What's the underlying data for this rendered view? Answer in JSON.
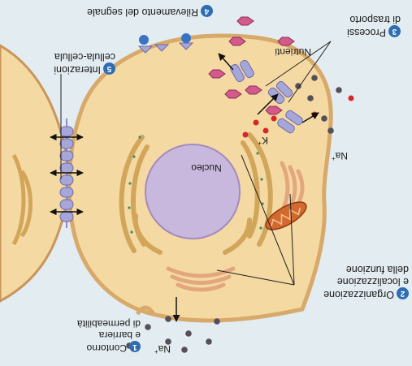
{
  "callouts": [
    {
      "num": "1",
      "lines": [
        "Contorno",
        "e barriera",
        "di permeabilità"
      ]
    },
    {
      "num": "2",
      "lines": [
        "Organizzazione",
        "e localizzazione",
        "della funzione"
      ]
    },
    {
      "num": "3",
      "lines": [
        "Processi",
        "di trasporto"
      ]
    },
    {
      "num": "4",
      "lines": [
        "Rilevamento del segnale"
      ]
    },
    {
      "num": "5",
      "lines": [
        "Interazioni",
        "cellula-cellula"
      ]
    }
  ],
  "labels": {
    "nucleus": "Nucleo",
    "nutrients": "Nutrienti",
    "na_right": "Na",
    "na_right_sup": "+",
    "na_left": "Na",
    "na_left_sup": "+",
    "k": "K",
    "k_sup": "+"
  },
  "colors": {
    "background": "#e3ecf0",
    "cytoplasm": "#f5d9a3",
    "membrane": "#d7a96b",
    "nucleus": "#c9b8de",
    "golgi": "#e3a77d",
    "badge": "#2f6db3",
    "nutrient": "#d45a8c",
    "receptor": "#a6a7d8",
    "signal": "#3a73c4",
    "k_ion": "#d8262a",
    "na_ion": "#555058",
    "mitochondrion": "#d2692f"
  }
}
